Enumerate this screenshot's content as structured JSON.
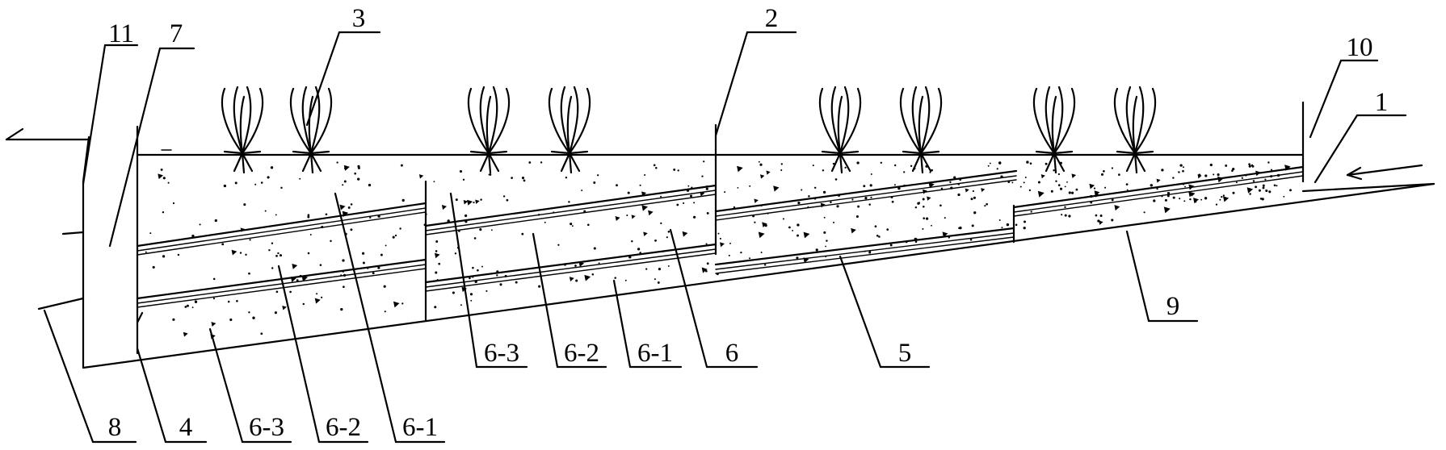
{
  "labels": {
    "l1": "1",
    "l2": "2",
    "l3": "3",
    "l4": "4",
    "l5": "5",
    "l6": "6",
    "l6_1_bottom": "6-1",
    "l6_2_bottom": "6-2",
    "l6_3_bottom": "6-3",
    "l6_1_mid": "6-1",
    "l6_2_mid": "6-2",
    "l6_3_mid": "6-3",
    "l7": "7",
    "l8": "8",
    "l9": "9",
    "l10": "10",
    "l11": "11"
  }
}
